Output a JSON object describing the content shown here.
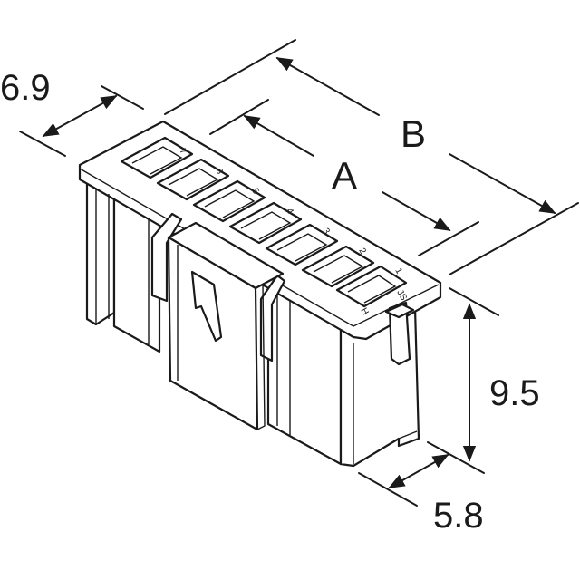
{
  "dimensions": {
    "width_left": "6.9",
    "length_b": "B",
    "pitch_a": "A",
    "height": "9.5",
    "depth": "5.8"
  },
  "pin_labels": [
    "7",
    "6",
    "5",
    "4",
    "3",
    "2",
    "1"
  ],
  "end_labels": {
    "side": "H",
    "right": "JS"
  },
  "colors": {
    "ink": "#1a1a1a",
    "background": "#ffffff"
  }
}
